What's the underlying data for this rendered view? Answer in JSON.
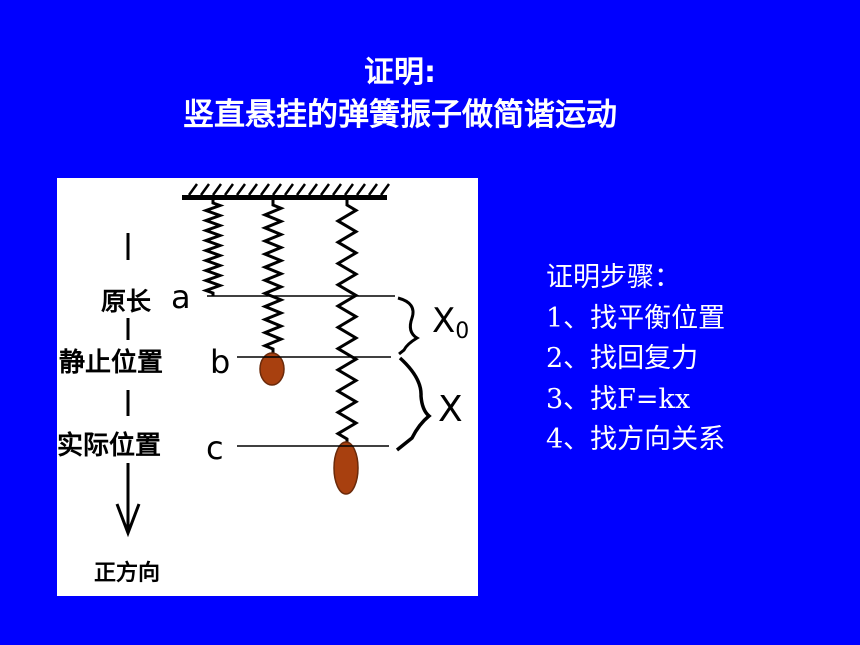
{
  "title": {
    "line1": "证明:",
    "line2": "竖直悬挂的弹簧振子做简谐运动"
  },
  "diagram": {
    "labels": {
      "original_length": "原长",
      "rest_position": "静止位置",
      "actual_position": "实际位置",
      "positive_direction": "正方向",
      "point_a": "a",
      "point_b": "b",
      "point_c": "c",
      "x0_main": "X",
      "x0_sub": "0",
      "x": "X"
    },
    "colors": {
      "panel": "#ffffff",
      "ink": "#000000",
      "mass": "#a8400f"
    }
  },
  "steps": {
    "heading": "证明步骤：",
    "items": [
      "1、找平衡位置",
      "2、找回复力",
      "3、找F=kx",
      "4、找方向关系"
    ]
  }
}
